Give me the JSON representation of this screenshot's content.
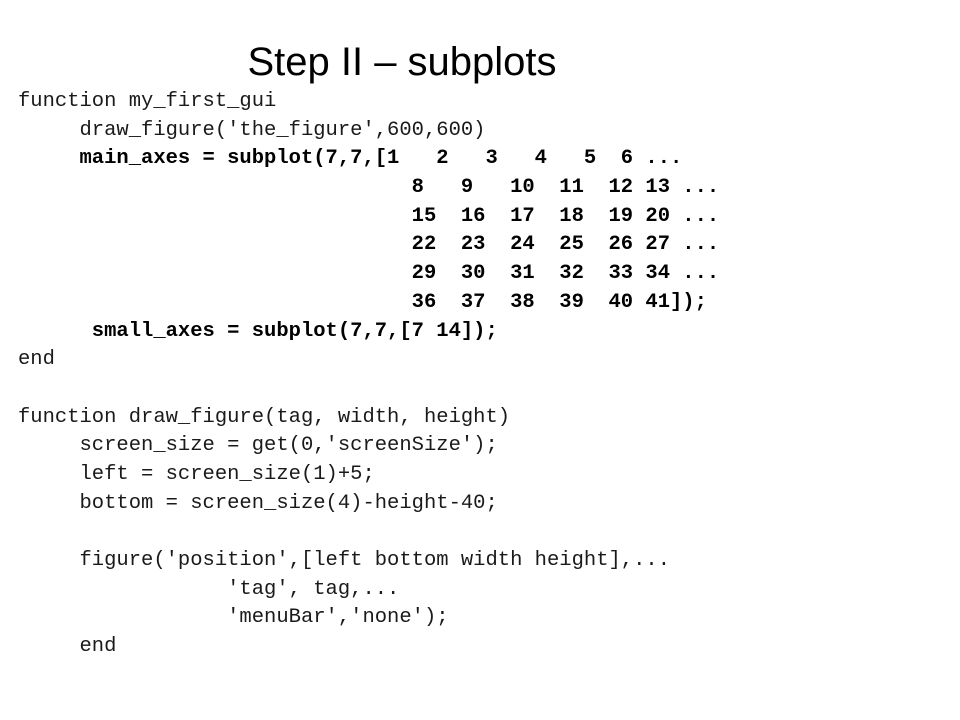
{
  "slide": {
    "title": "Step II – subplots",
    "code_lines": [
      {
        "text": "function my_first_gui",
        "bold": false
      },
      {
        "text": "     draw_figure('the_figure',600,600)",
        "bold": false
      },
      {
        "text": "     main_axes = subplot(7,7,[1   2   3   4   5  6 ...",
        "bold": true
      },
      {
        "text": "                                8   9   10  11  12 13 ...",
        "bold": true
      },
      {
        "text": "                                15  16  17  18  19 20 ...",
        "bold": true
      },
      {
        "text": "                                22  23  24  25  26 27 ...",
        "bold": true
      },
      {
        "text": "                                29  30  31  32  33 34 ...",
        "bold": true
      },
      {
        "text": "                                36  37  38  39  40 41]);",
        "bold": true
      },
      {
        "text": "      small_axes = subplot(7,7,[7 14]);",
        "bold": true
      },
      {
        "text": "end",
        "bold": false
      },
      {
        "text": "",
        "bold": false
      },
      {
        "text": "function draw_figure(tag, width, height)",
        "bold": false
      },
      {
        "text": "     screen_size = get(0,'screenSize');",
        "bold": false
      },
      {
        "text": "     left = screen_size(1)+5;",
        "bold": false
      },
      {
        "text": "     bottom = screen_size(4)-height-40;",
        "bold": false
      },
      {
        "text": "",
        "bold": false
      },
      {
        "text": "     figure('position',[left bottom width height],...",
        "bold": false
      },
      {
        "text": "                 'tag', tag,...",
        "bold": false
      },
      {
        "text": "                 'menuBar','none');",
        "bold": false
      },
      {
        "text": "     end",
        "bold": false
      }
    ]
  }
}
